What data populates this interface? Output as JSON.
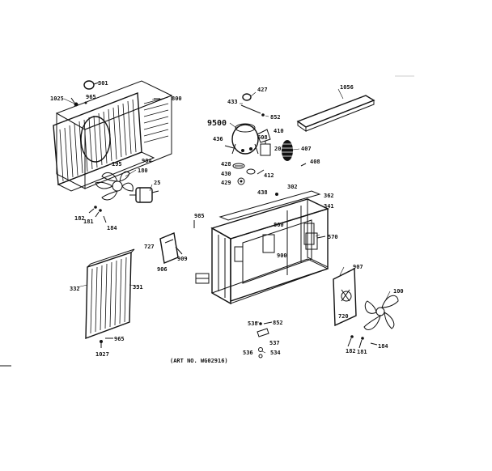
{
  "diagram": {
    "labels": {
      "p301": "301",
      "p1025": "1025",
      "p965a": "965",
      "p800": "800",
      "p195": "195",
      "p904": "904",
      "p180": "180",
      "p25": "25",
      "p182": "182",
      "p181": "181",
      "p184": "184",
      "p427": "427",
      "p433": "433",
      "p852a": "852",
      "p9500": "9500",
      "p436": "436",
      "p608": "608",
      "p410": "410",
      "p20": "20",
      "p407": "407",
      "p408": "408",
      "p428": "428",
      "p430": "430",
      "p412": "412",
      "p429": "429",
      "p1056": "1056",
      "p438": "438",
      "p302": "302",
      "p362": "362",
      "p341": "341",
      "p985": "985",
      "p800b": "800",
      "p570": "570",
      "p727": "727",
      "p906": "906",
      "p909": "909",
      "p900": "900",
      "p907": "907",
      "p100": "100",
      "p332": "332",
      "p331": "331",
      "p965b": "965",
      "p1027": "1027",
      "p538": "538",
      "p852b": "852",
      "p537": "537",
      "p536": "536",
      "p534": "534",
      "p182b": "182",
      "p181b": "181",
      "p184b": "184",
      "p720": "720",
      "art_no": "(ART NO. WG02916)"
    }
  }
}
